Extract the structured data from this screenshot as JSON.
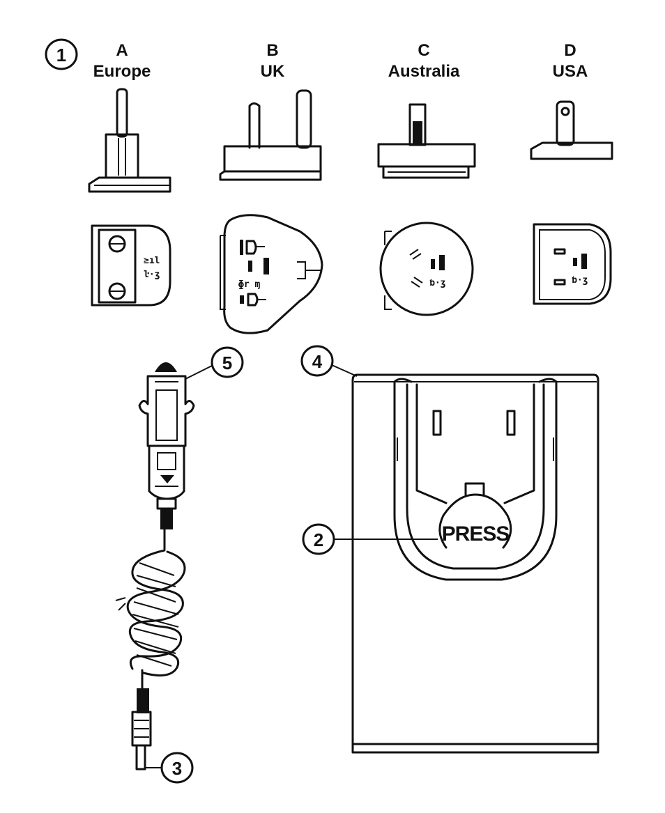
{
  "plugs": [
    {
      "letter": "A",
      "region": "Europe"
    },
    {
      "letter": "B",
      "region": "UK"
    },
    {
      "letter": "C",
      "region": "Australia"
    },
    {
      "letter": "D",
      "region": "USA"
    }
  ],
  "callouts": {
    "plugs": "1",
    "press_button": "2",
    "dc_plug": "3",
    "charger": "4",
    "car_adapter": "5"
  },
  "charger": {
    "button_label": "PRESS"
  }
}
